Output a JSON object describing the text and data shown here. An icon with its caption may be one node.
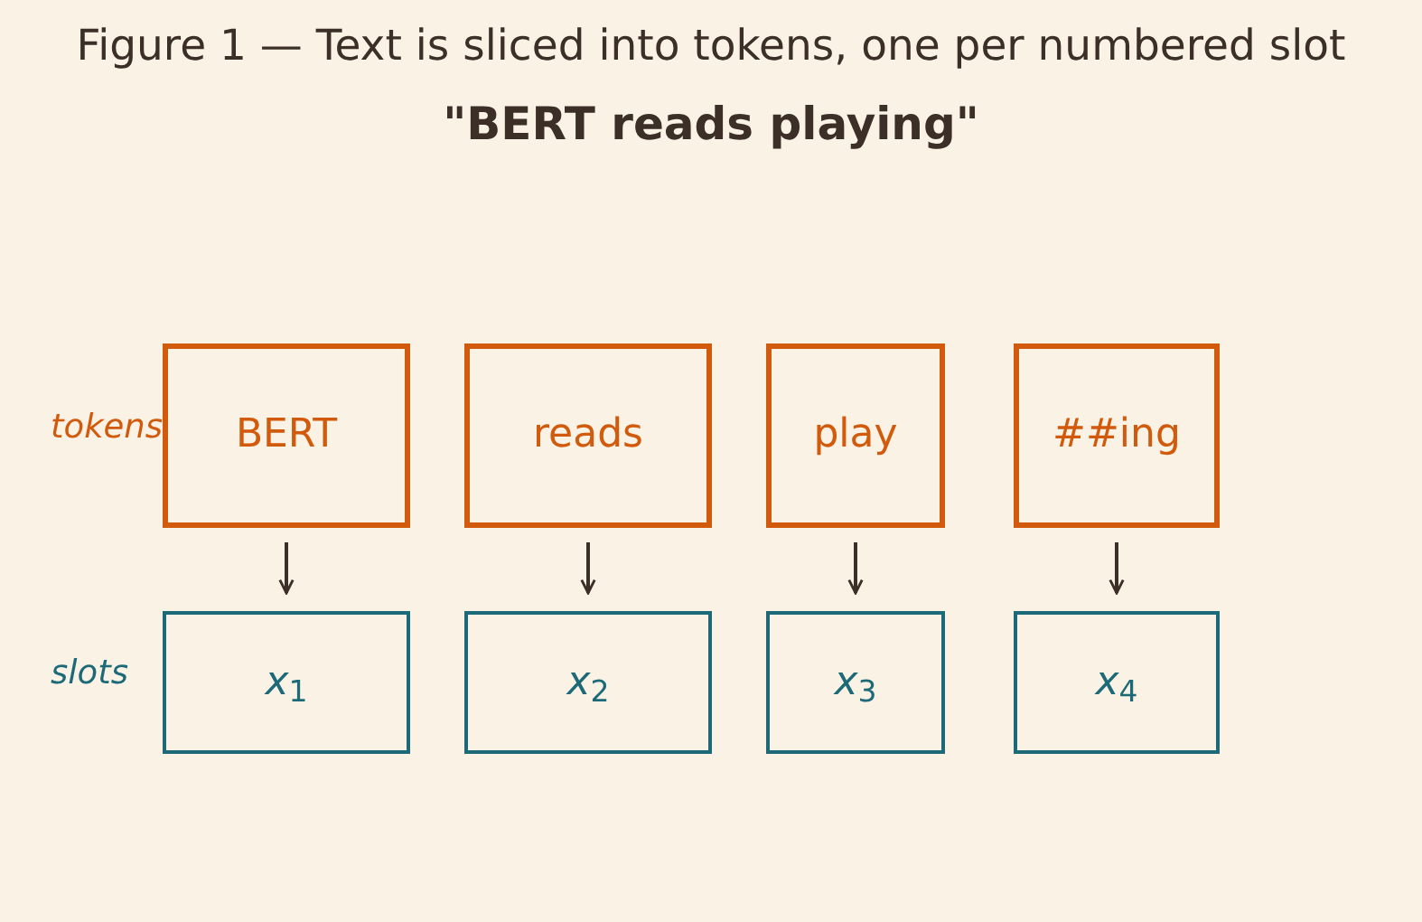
{
  "diagram": {
    "title": "Figure 1 — Text is sliced into tokens, one per numbered slot",
    "nodes": [
      {
        "text": [
          "BERT"
        ]
      },
      {
        "text": [
          "reads"
        ]
      },
      {
        "text": [
          "play"
        ]
      },
      {
        "text": [
          "##ing"
        ]
      },
      {
        "text": [
          "*x*$_{1}$"
        ]
      },
      {
        "text": [
          "*x*$_{2}$"
        ]
      },
      {
        "text": [
          "*x*$_{3}$"
        ]
      },
      {
        "text": [
          "*x*$_{4}$"
        ]
      }
    ],
    "edges": [
      {
        "from": 0,
        "to": 4,
        "arrow": "to"
      },
      {
        "from": 1,
        "to": 5,
        "arrow": "to"
      },
      {
        "from": 2,
        "to": 6,
        "arrow": "to"
      },
      {
        "from": 3,
        "to": 7,
        "arrow": "to"
      }
    ],
    "labels": [
      "\"BERT reads playing\"",
      "tokens",
      "slots"
    ]
  }
}
